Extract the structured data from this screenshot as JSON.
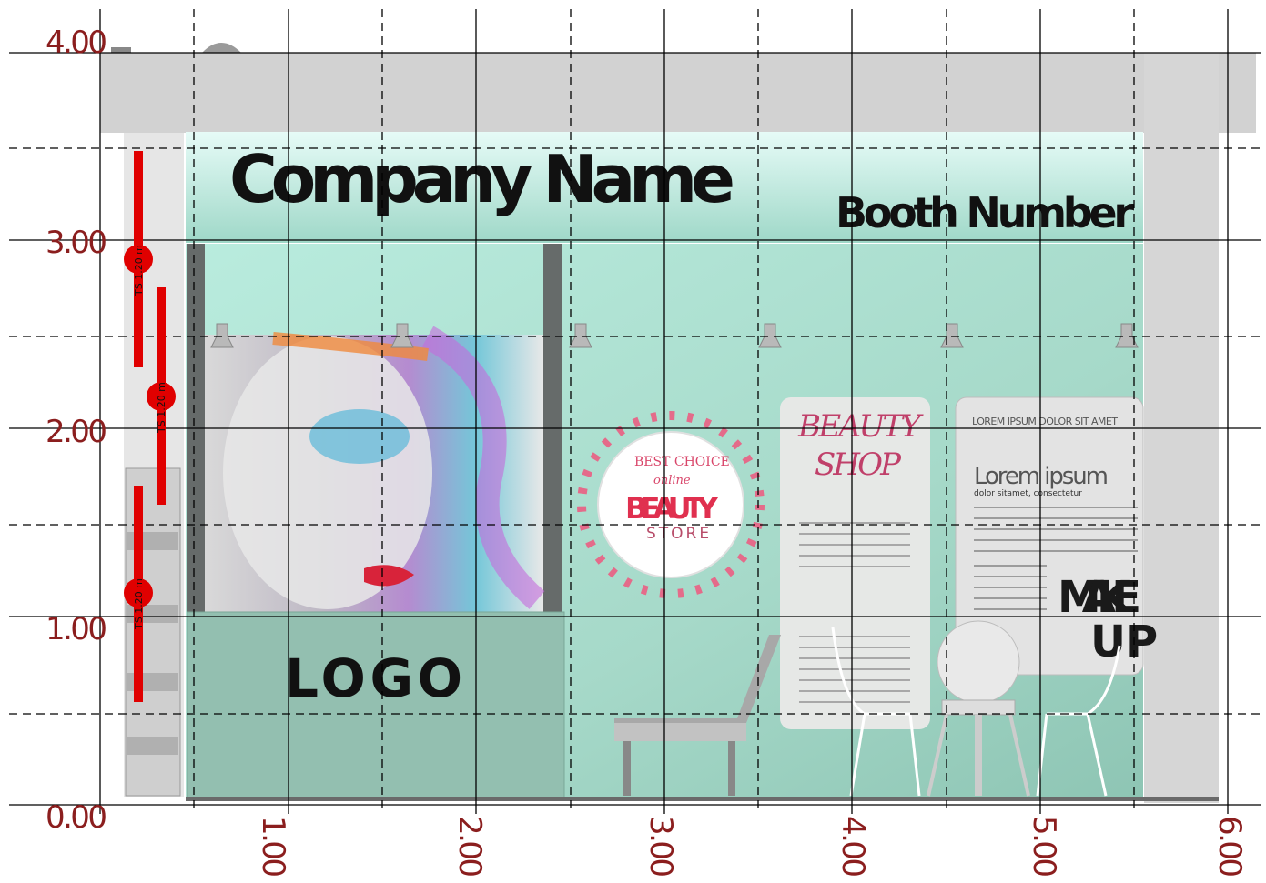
{
  "header": {
    "company_name": "Company Name",
    "booth_number": "Booth Number"
  },
  "counter": {
    "logo_text": "LOGO"
  },
  "posters": {
    "beauty_store": {
      "line1": "BEST CHOICE",
      "line2": "online",
      "line3": "BEAUTY",
      "line4": "STORE"
    },
    "beauty_shop": {
      "title1": "BEAUTY",
      "title2": "SHOP"
    },
    "lorem": {
      "top": "LOREM IPSUM DOLOR SIT AMET",
      "title": "Lorem ipsum",
      "subtitle": "dolor sitamet, consectetur",
      "big1": "MAKE",
      "big2": "UP"
    }
  },
  "grid": {
    "y_ticks": [
      "0.00",
      "1.00",
      "2.00",
      "3.00",
      "4.00"
    ],
    "x_ticks": [
      "1.00",
      "2.00",
      "3.00",
      "4.00",
      "5.00",
      "6.00"
    ]
  },
  "measurements": [
    {
      "label": "TS 1.20 m"
    },
    {
      "label": "TS 1.20 m"
    },
    {
      "label": "TS 1.20 m"
    }
  ],
  "colors": {
    "axis_label": "#8b1e1e",
    "mint": "#93bfb0",
    "mint_light": "#c9f2ea",
    "truss": "#d2d2d2",
    "measure": "#e00000"
  }
}
